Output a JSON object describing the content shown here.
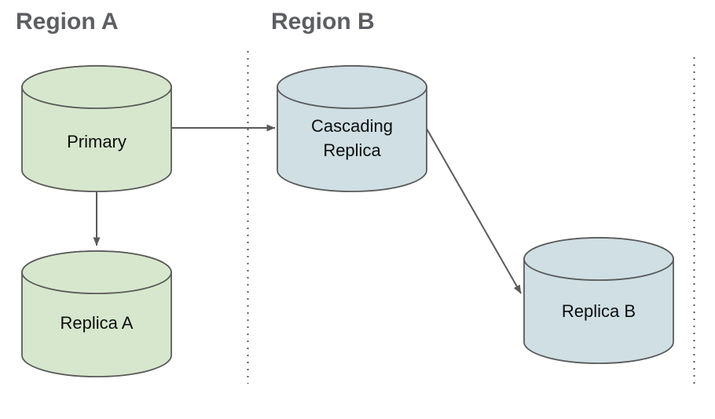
{
  "regions": [
    {
      "id": "region-a",
      "label": "Region A"
    },
    {
      "id": "region-b",
      "label": "Region B"
    }
  ],
  "nodes": [
    {
      "id": "primary",
      "label": "Primary",
      "region": "Region A",
      "shape": "database-cylinder",
      "fill": "#d7e7cd"
    },
    {
      "id": "cascading-replica",
      "label": "Cascading Replica",
      "region": "Region B",
      "shape": "database-cylinder",
      "fill": "#cfdfe3"
    },
    {
      "id": "replica-a",
      "label": "Replica A",
      "region": "Region A",
      "shape": "database-cylinder",
      "fill": "#d7e7cd"
    },
    {
      "id": "replica-b",
      "label": "Replica B",
      "region": "Region B",
      "shape": "database-cylinder",
      "fill": "#cfdfe3"
    }
  ],
  "edges": [
    {
      "from": "primary",
      "to": "cascading-replica",
      "style": "solid-arrow"
    },
    {
      "from": "primary",
      "to": "replica-a",
      "style": "solid-arrow"
    },
    {
      "from": "cascading-replica",
      "to": "replica-b",
      "style": "solid-arrow"
    }
  ],
  "boundaries": [
    {
      "id": "region-boundary-left",
      "style": "dotted-vertical"
    },
    {
      "id": "region-boundary-right",
      "style": "dotted-vertical"
    }
  ],
  "colors": {
    "node_green": "#d7e7cd",
    "node_blue": "#cfdfe3",
    "outline": "#5a5a5a",
    "arrow": "#5a5a5a",
    "region_label": "#5c5e62",
    "node_label": "#0d0d0d",
    "boundary_dots": "#595959",
    "background": "#ffffff"
  }
}
